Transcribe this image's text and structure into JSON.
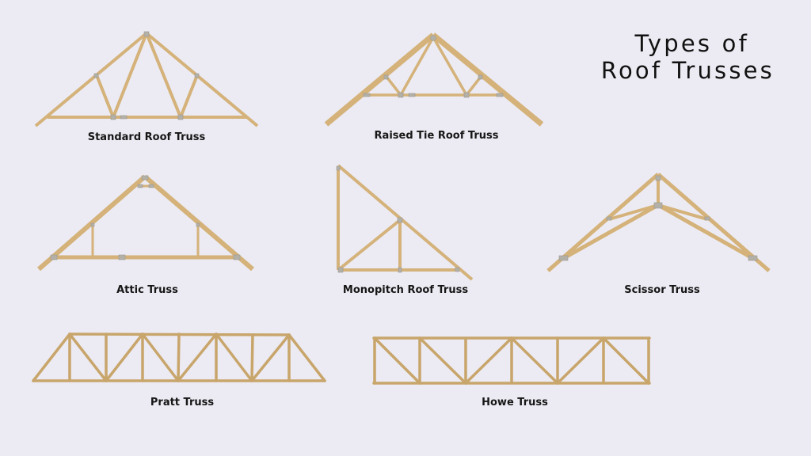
{
  "title": {
    "line1": "Types of",
    "line2": "Roof Trusses"
  },
  "colors": {
    "background": "#ecebf3",
    "wood": "#d4b27a",
    "wood_flat": "#c8a56b",
    "plate": "#b3b0a8",
    "text": "#161616"
  },
  "trusses": [
    {
      "id": "standard",
      "label": "Standard Roof Truss"
    },
    {
      "id": "raised-tie",
      "label": "Raised Tie Roof Truss"
    },
    {
      "id": "attic",
      "label": "Attic Truss"
    },
    {
      "id": "monopitch",
      "label": "Monopitch Roof Truss"
    },
    {
      "id": "scissor",
      "label": "Scissor Truss"
    },
    {
      "id": "pratt",
      "label": "Pratt Truss"
    },
    {
      "id": "howe",
      "label": "Howe Truss"
    }
  ]
}
